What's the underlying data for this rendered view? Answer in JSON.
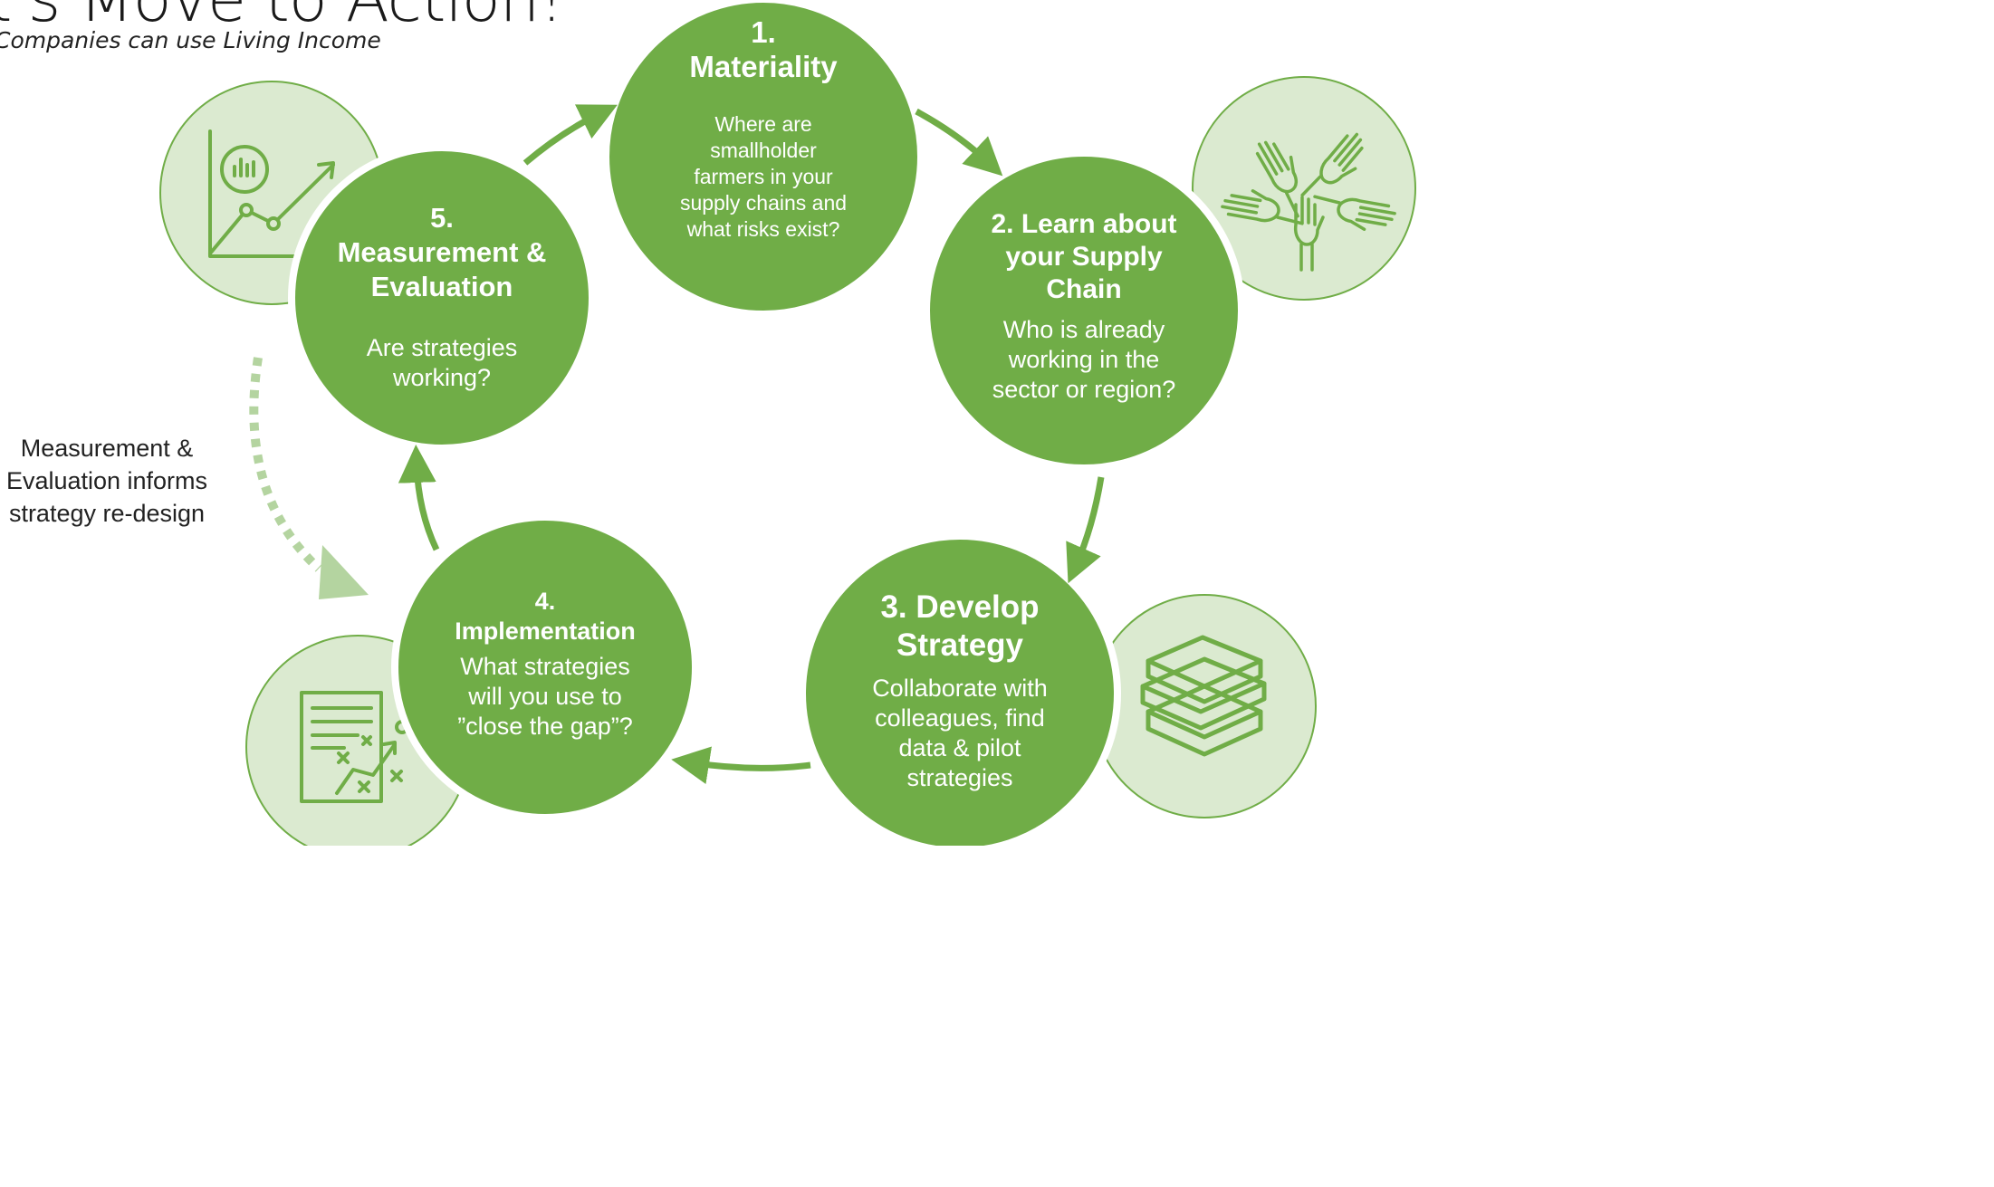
{
  "header": {
    "title": "t's Move to Action!",
    "subtitle": "Companies can use Living Income"
  },
  "colors": {
    "stage_green": "#70ad47",
    "icon_bg": "#dbead0",
    "icon_stroke": "#70ad47",
    "feedback_arrow": "#b4d4a0"
  },
  "stages": [
    {
      "number": "1.",
      "title": "Materiality",
      "description": "Where are smallholder farmers in your supply chains and what risks exist?"
    },
    {
      "title": "2. Learn about your Supply Chain",
      "description": "Who is already working in the sector or region?"
    },
    {
      "title": "3. Develop Strategy",
      "description": "Collaborate with colleagues, find data & pilot strategies"
    },
    {
      "number": "4.",
      "title": "Implementation",
      "description": "What strategies will you use to ”close the gap”?"
    },
    {
      "number": "5.",
      "title": "Measurement & Evaluation",
      "description": "Are strategies working?"
    }
  ],
  "feedback_note": "Measurement & Evaluation informs strategy re-design",
  "icons": [
    "chart-growth-icon",
    "hands-teamwork-icon",
    "books-stack-icon",
    "strategy-plan-icon"
  ]
}
